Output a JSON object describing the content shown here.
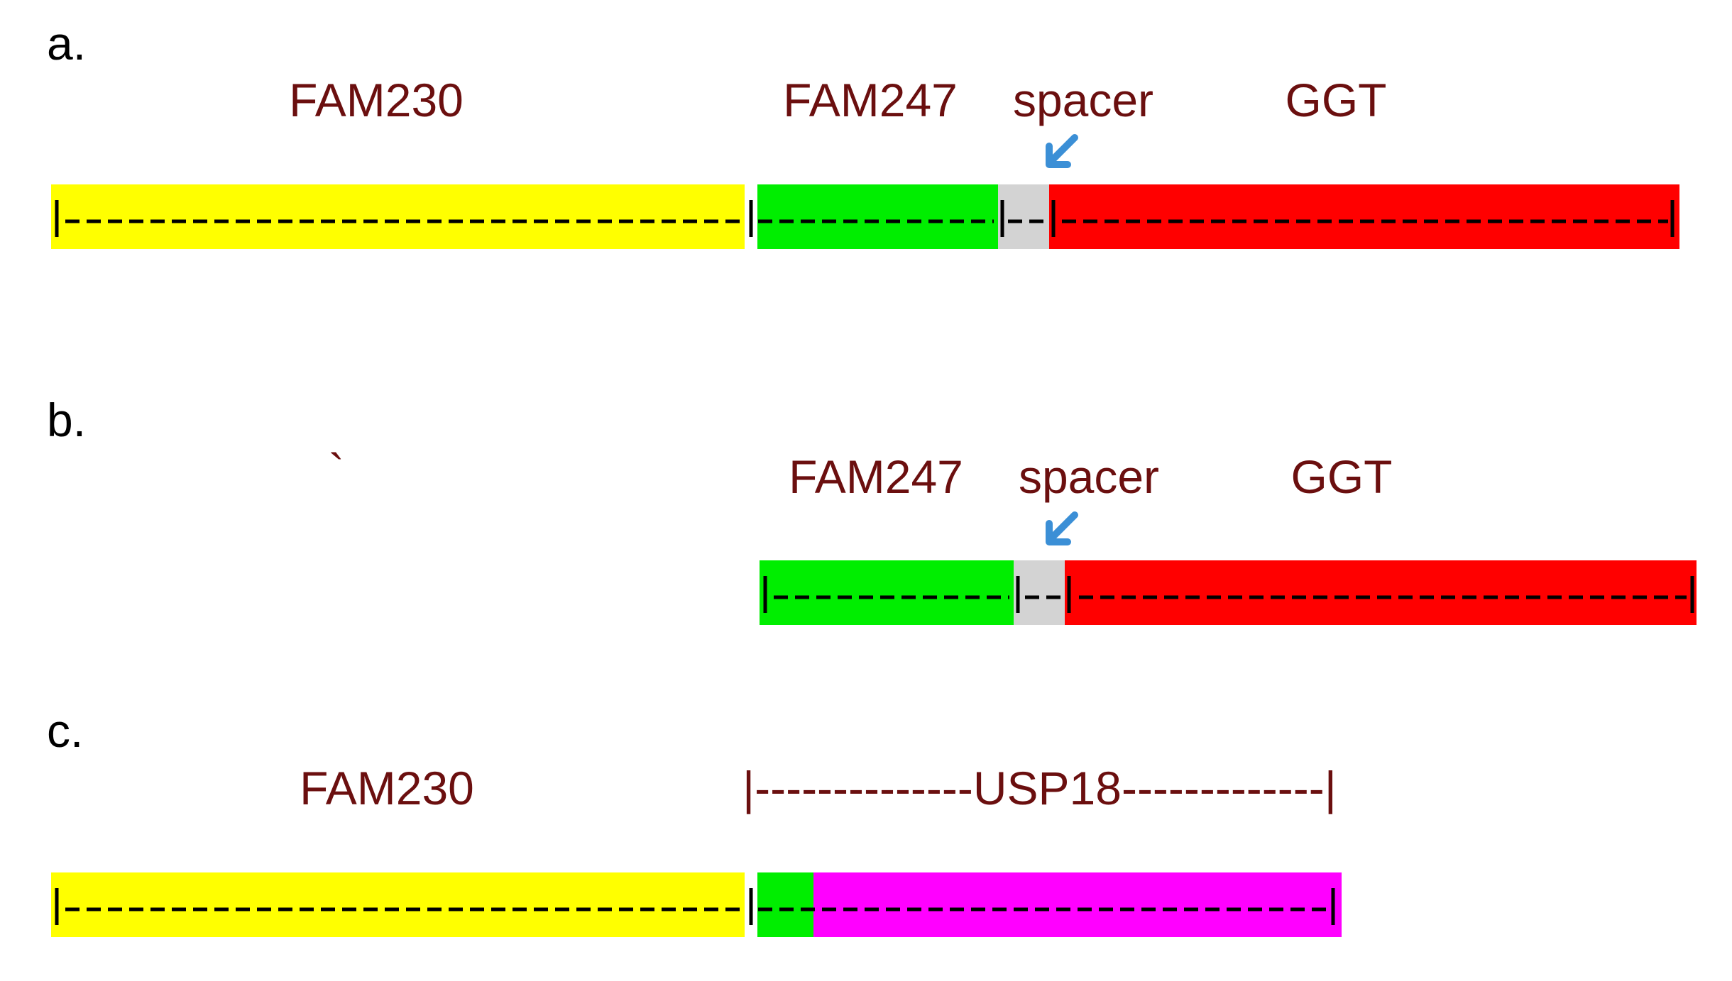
{
  "colors": {
    "FAM230": "#ffff00",
    "FAM247": "#00ee00",
    "spacer": "#d3d3d3",
    "GGT": "#ff0000",
    "USP18": "#ff00ff",
    "label_text": "#6b0f0f",
    "arrow": "#3b8fd6"
  },
  "panels": {
    "a": {
      "letter": "a.",
      "labels": {
        "fam230": "FAM230",
        "fam247": "FAM247",
        "spacer": "spacer",
        "ggt": "GGT"
      }
    },
    "b": {
      "letter": "b.",
      "stray_mark": "`",
      "labels": {
        "fam247": "FAM247",
        "spacer": "spacer",
        "ggt": "GGT"
      }
    },
    "c": {
      "letter": "c.",
      "labels": {
        "fam230": "FAM230",
        "usp18_left_dashes": "|--------------",
        "usp18": "USP18",
        "usp18_right_dashes": "-------------|"
      }
    }
  }
}
